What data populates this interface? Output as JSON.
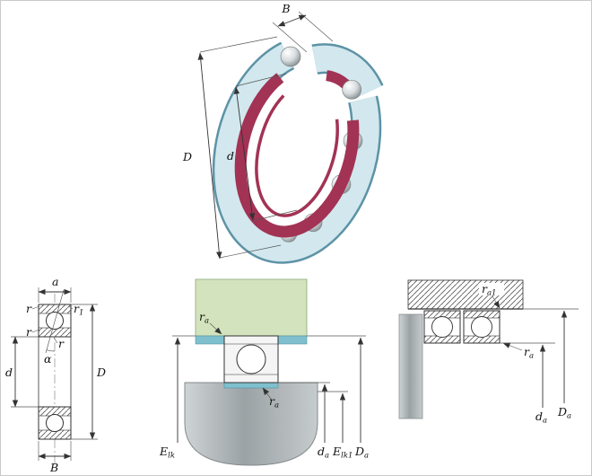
{
  "drawing": {
    "iso": {
      "B": "B",
      "D": "D",
      "d": "d"
    },
    "section": {
      "a": "a",
      "r_top_left": "r",
      "r1": {
        "base": "r",
        "sub": "1"
      },
      "r_left": "r",
      "r_inner": "r",
      "alpha": "α",
      "d": "d",
      "D": "D",
      "B": "B"
    },
    "mount_center": {
      "ra_top": {
        "base": "r",
        "sub": "a"
      },
      "ra_bottom": {
        "base": "r",
        "sub": "a"
      },
      "Elk": {
        "base": "E",
        "sub": "lk"
      },
      "da": {
        "base": "d",
        "sub": "a"
      },
      "Elk1": {
        "base": "E",
        "sub": "lk1"
      },
      "Da": {
        "base": "D",
        "sub": "a"
      }
    },
    "mount_right": {
      "ra1": {
        "base": "r",
        "sub": "a1"
      },
      "ra": {
        "base": "r",
        "sub": "a"
      },
      "da": {
        "base": "d",
        "sub": "a"
      },
      "Da": {
        "base": "D",
        "sub": "a"
      }
    }
  },
  "colors": {
    "ring_fill": "#d2e8ee",
    "ring_edge": "#5d93a6",
    "cage_red": "#a23355",
    "housing_green": "#d3e3bd",
    "seat_teal": "#7fbfce",
    "shaft_gray": "#aeb4b6",
    "line": "#333333"
  }
}
